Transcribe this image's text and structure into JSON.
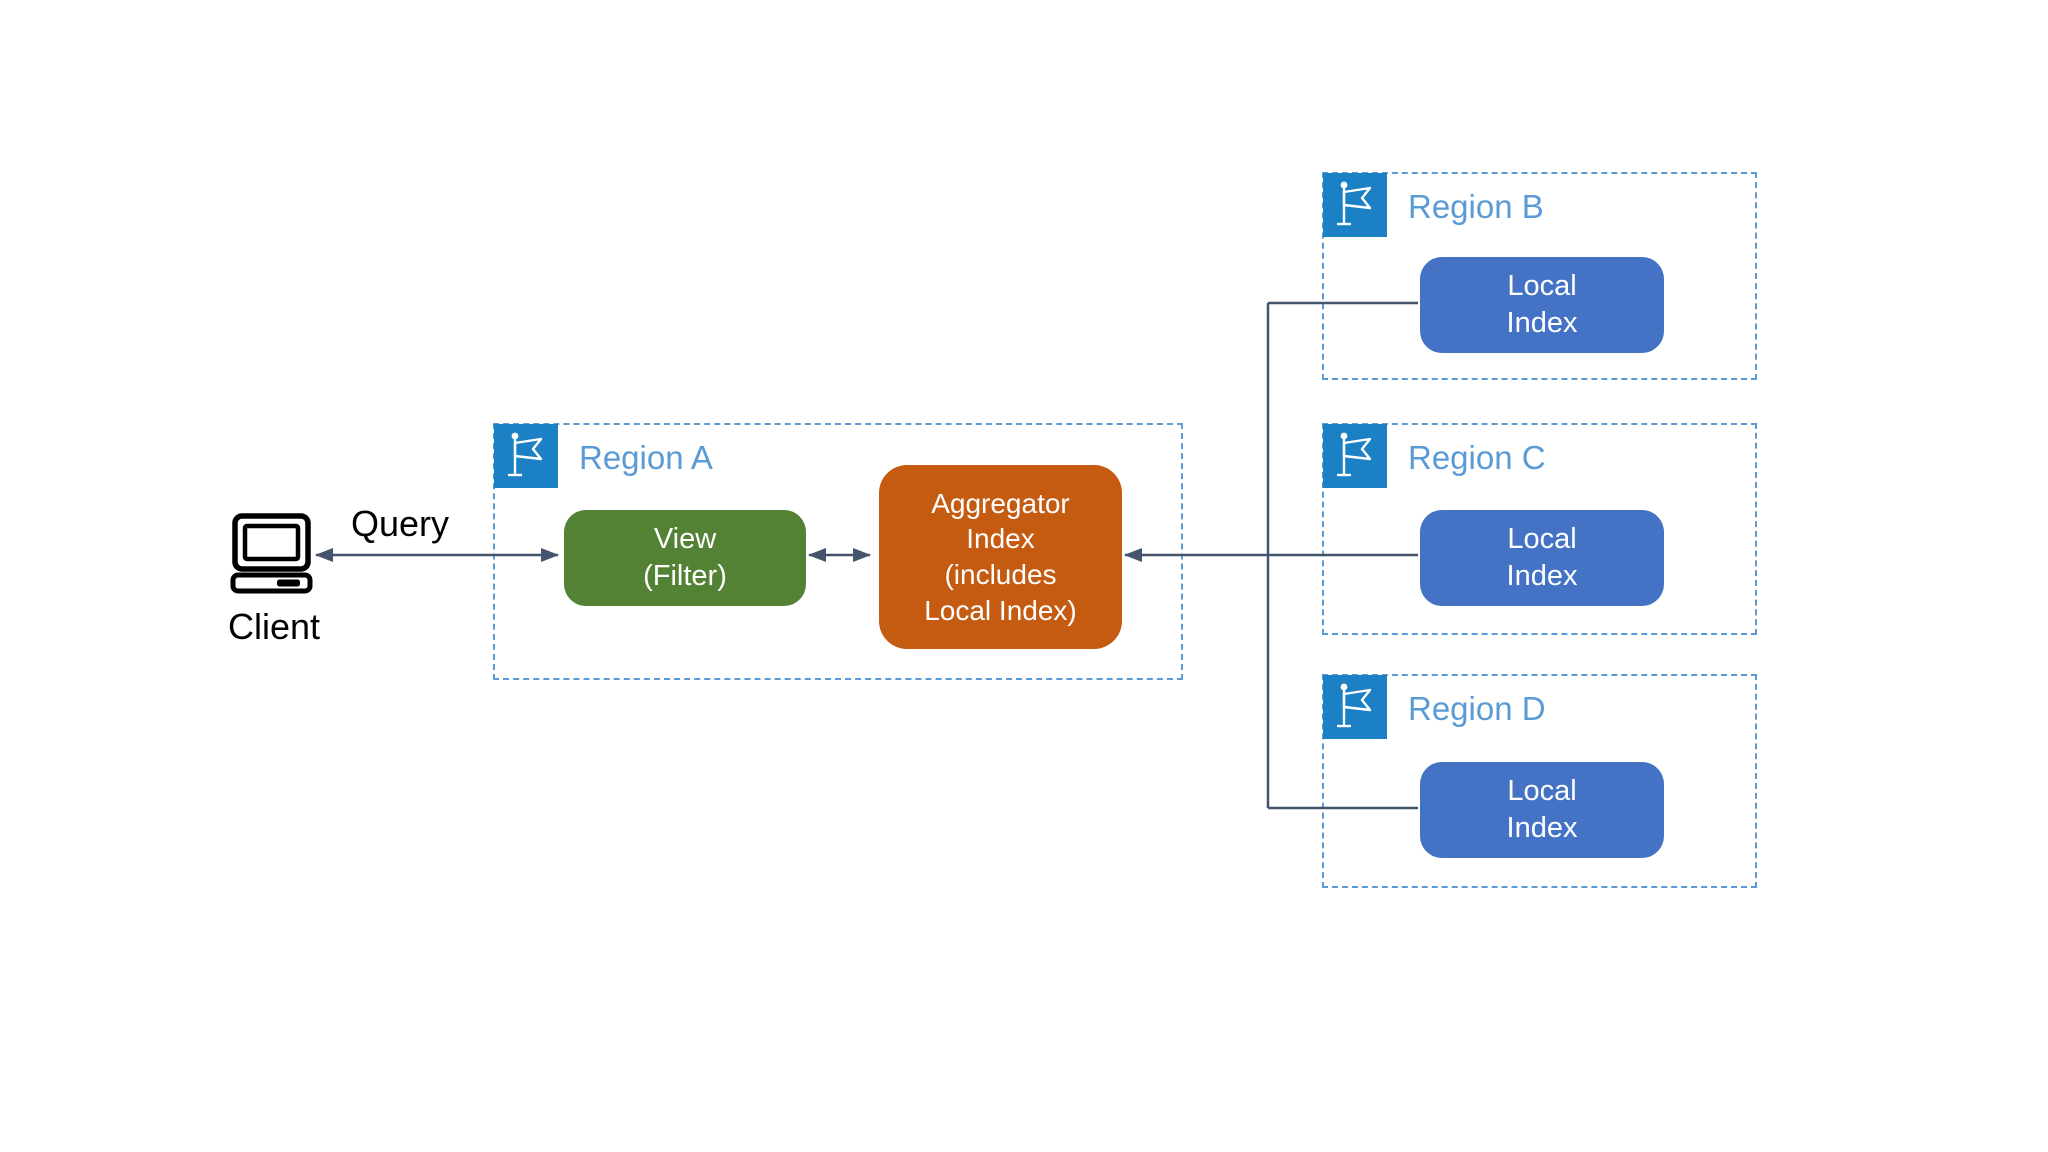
{
  "diagram": {
    "type": "architecture-diagram",
    "description": "Client querying a view/filter backed by an aggregator index in Region A, fed by local indexes in Regions B, C and D"
  },
  "client": {
    "label": "Client",
    "icon": "desktop-computer-icon"
  },
  "query": {
    "label": "Query"
  },
  "regions": {
    "a": {
      "label": "Region A",
      "icon": "flag-icon",
      "nodes": {
        "view": {
          "lines": [
            "View",
            "(Filter)"
          ],
          "color": "#548235"
        },
        "aggregator": {
          "lines": [
            "Aggregator",
            "Index",
            "(includes",
            "Local Index)"
          ],
          "color": "#C55A11"
        }
      }
    },
    "b": {
      "label": "Region B",
      "icon": "flag-icon",
      "nodes": {
        "local_index": {
          "lines": [
            "Local",
            "Index"
          ],
          "color": "#4472C4"
        }
      }
    },
    "c": {
      "label": "Region C",
      "icon": "flag-icon",
      "nodes": {
        "local_index": {
          "lines": [
            "Local",
            "Index"
          ],
          "color": "#4472C4"
        }
      }
    },
    "d": {
      "label": "Region D",
      "icon": "flag-icon",
      "nodes": {
        "local_index": {
          "lines": [
            "Local",
            "Index"
          ],
          "color": "#4472C4"
        }
      }
    }
  },
  "connections": [
    {
      "from": "client",
      "to": "view",
      "style": "double-arrow",
      "label": "Query"
    },
    {
      "from": "view",
      "to": "aggregator",
      "style": "double-arrow"
    },
    {
      "from": "region-b-local-index",
      "to": "aggregator",
      "style": "arrow-into-aggregator"
    },
    {
      "from": "region-c-local-index",
      "to": "aggregator",
      "style": "arrow-into-aggregator"
    },
    {
      "from": "region-d-local-index",
      "to": "aggregator",
      "style": "arrow-into-aggregator"
    }
  ],
  "colors": {
    "region_border": "#5B9BD5",
    "region_label": "#5B9BD5",
    "flag_badge_bg": "#1B80C4",
    "connector_line": "#44546A",
    "view_node": "#548235",
    "aggregator_node": "#C55A11",
    "local_index_node": "#4472C4",
    "node_text": "#ffffff",
    "plain_text": "#000000",
    "background": "#ffffff"
  }
}
